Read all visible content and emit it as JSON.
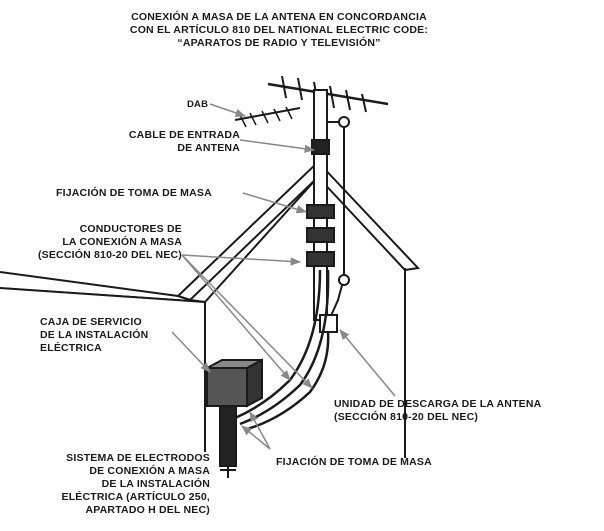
{
  "title": {
    "line1": "CONEXIÓN A MASA DE LA ANTENA EN CONCORDANCIA",
    "line2": "CON EL ARTÍCULO 810 DEL NATIONAL ELECTRIC CODE:",
    "line3": "“APARATOS DE RADIO Y TELEVISIÓN”"
  },
  "labels": {
    "dab": "DAB",
    "antenna_cable": [
      "CABLE DE ENTRADA",
      "DE ANTENA"
    ],
    "ground_clamp_top": "FIJACIÓN DE TOMA DE MASA",
    "grounding_conductors": [
      "CONDUCTORES DE",
      "LA CONEXIÓN A MASA",
      "(SECCIÓN 810-20 DEL NEC)"
    ],
    "service_box": [
      "CAJA  DE  SERVICIO",
      "DE  LA  INSTALACIÓN",
      "ELÉCTRICA"
    ],
    "discharge_unit": [
      "UNIDAD  DE  DESCARGA  DE  LA  ANTENA",
      "(SECCIÓN 810-20 DEL NEC)"
    ],
    "ground_clamp_bottom": "FIJACIÓN DE TOMA DE MASA",
    "electrode_system": [
      "SISTEMA DE ELECTRODOS",
      "DE CONEXIÓN A MASA",
      "DE LA INSTALACIÓN",
      "ELÉCTRICA (ARTÍCULO 250,",
      "APARTADO H DEL NEC)"
    ]
  }
}
